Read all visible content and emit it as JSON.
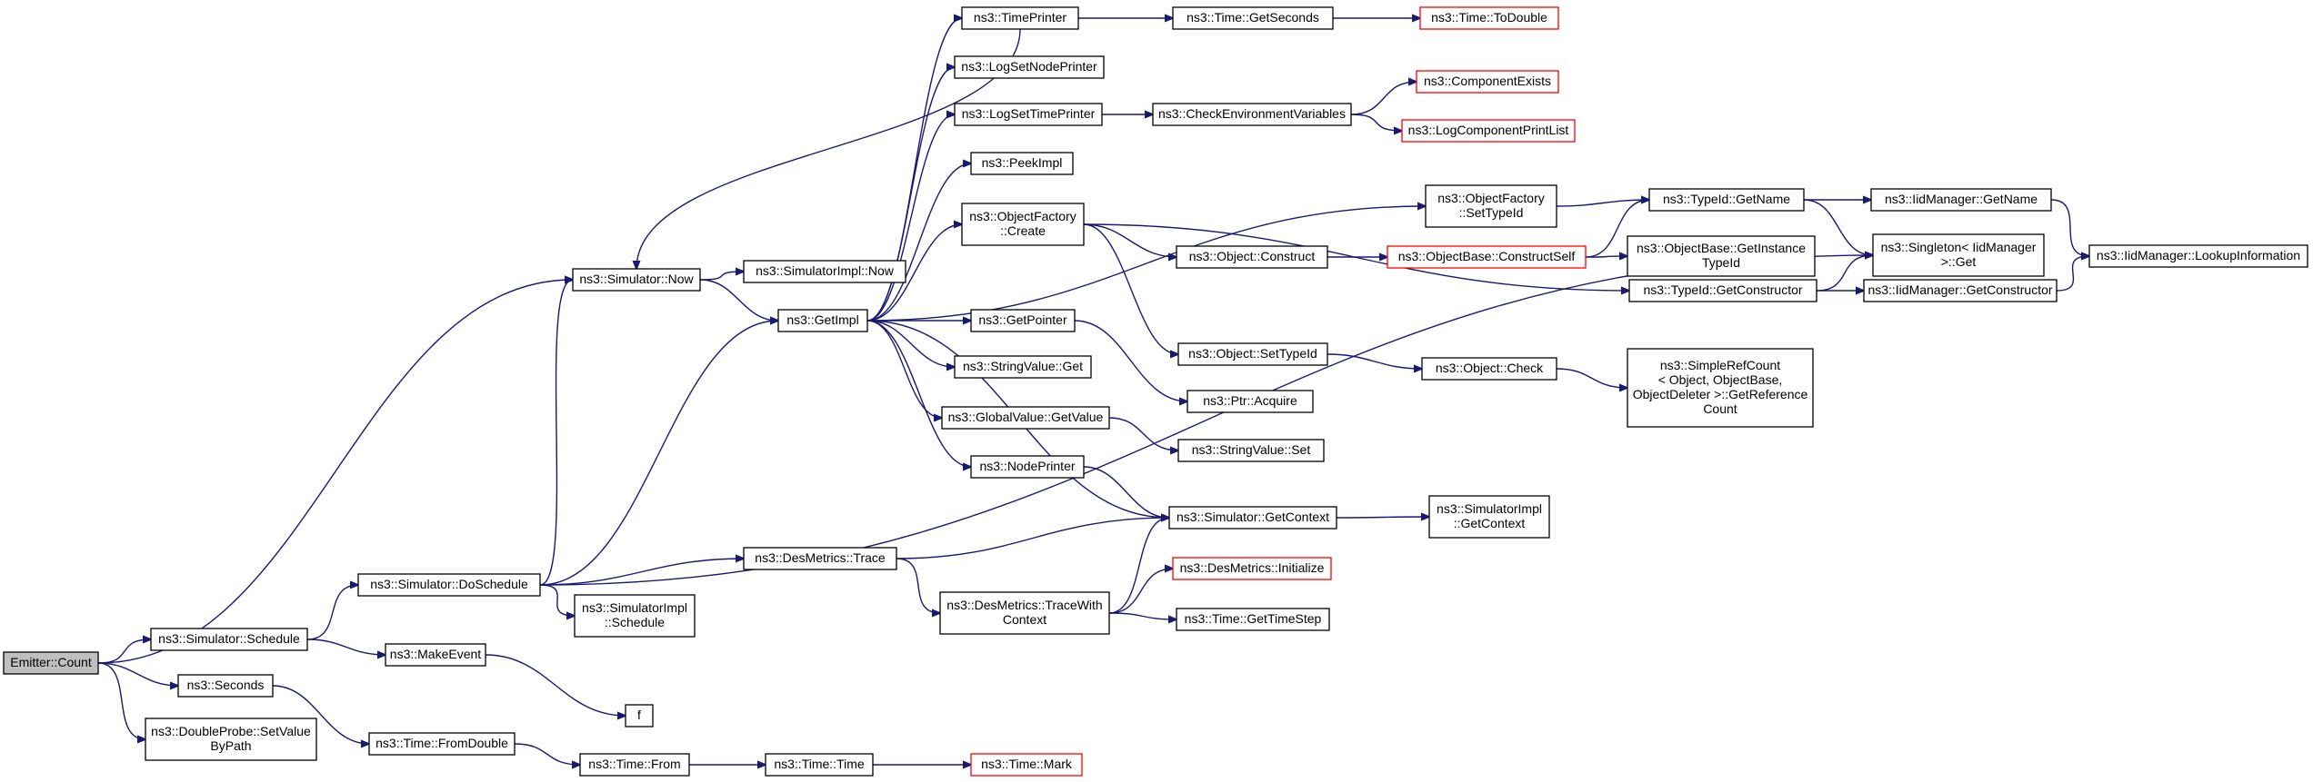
{
  "colors": {
    "edge": "#191970",
    "normal_border": "#000000",
    "truncated_border": "#ff0000",
    "root_fill": "#bfbfbf",
    "fill": "#ffffff"
  },
  "nodes": {
    "count": {
      "lines": [
        "Emitter::Count"
      ],
      "style": "root"
    },
    "schedule": {
      "lines": [
        "ns3::Simulator::Schedule"
      ],
      "style": "normal"
    },
    "seconds": {
      "lines": [
        "ns3::Seconds"
      ],
      "style": "normal"
    },
    "setvalue": {
      "lines": [
        "ns3::DoubleProbe::SetValue",
        "ByPath"
      ],
      "style": "normal"
    },
    "doschedule": {
      "lines": [
        "ns3::Simulator::DoSchedule"
      ],
      "style": "normal"
    },
    "makeevent": {
      "lines": [
        "ns3::MakeEvent"
      ],
      "style": "normal"
    },
    "fromdouble": {
      "lines": [
        "ns3::Time::FromDouble"
      ],
      "style": "normal"
    },
    "now": {
      "lines": [
        "ns3::Simulator::Now"
      ],
      "style": "normal"
    },
    "implnow": {
      "lines": [
        "ns3::SimulatorImpl::Now"
      ],
      "style": "normal"
    },
    "getimpl": {
      "lines": [
        "ns3::GetImpl"
      ],
      "style": "normal"
    },
    "desmetricstrace": {
      "lines": [
        "ns3::DesMetrics::Trace"
      ],
      "style": "normal"
    },
    "implschedule": {
      "lines": [
        "ns3::SimulatorImpl",
        "::Schedule"
      ],
      "style": "normal"
    },
    "f": {
      "lines": [
        "f"
      ],
      "style": "normal"
    },
    "timefrom": {
      "lines": [
        "ns3::Time::From"
      ],
      "style": "normal"
    },
    "timeprinter": {
      "lines": [
        "ns3::TimePrinter"
      ],
      "style": "normal"
    },
    "lognodeprinter": {
      "lines": [
        "ns3::LogSetNodePrinter"
      ],
      "style": "normal"
    },
    "logtimeprinter": {
      "lines": [
        "ns3::LogSetTimePrinter"
      ],
      "style": "normal"
    },
    "peekimpl": {
      "lines": [
        "ns3::PeekImpl"
      ],
      "style": "normal"
    },
    "ofcreate": {
      "lines": [
        "ns3::ObjectFactory",
        "::Create"
      ],
      "style": "normal"
    },
    "getpointer": {
      "lines": [
        "ns3::GetPointer"
      ],
      "style": "normal"
    },
    "stringget": {
      "lines": [
        "ns3::StringValue::Get"
      ],
      "style": "normal"
    },
    "globalget": {
      "lines": [
        "ns3::GlobalValue::GetValue"
      ],
      "style": "normal"
    },
    "nodeprinter": {
      "lines": [
        "ns3::NodePrinter"
      ],
      "style": "normal"
    },
    "tracewith": {
      "lines": [
        "ns3::DesMetrics::TraceWith",
        "Context"
      ],
      "style": "normal"
    },
    "timetime": {
      "lines": [
        "ns3::Time::Time"
      ],
      "style": "normal"
    },
    "timemark": {
      "lines": [
        "ns3::Time::Mark"
      ],
      "style": "truncated"
    },
    "getseconds": {
      "lines": [
        "ns3::Time::GetSeconds"
      ],
      "style": "normal"
    },
    "checkenv": {
      "lines": [
        "ns3::CheckEnvironmentVariables"
      ],
      "style": "normal"
    },
    "objconstruct": {
      "lines": [
        "ns3::Object::Construct"
      ],
      "style": "normal"
    },
    "objsettypeid": {
      "lines": [
        "ns3::Object::SetTypeId"
      ],
      "style": "normal"
    },
    "ptracquire": {
      "lines": [
        "ns3::Ptr::Acquire"
      ],
      "style": "normal"
    },
    "stringset": {
      "lines": [
        "ns3::StringValue::Set"
      ],
      "style": "normal"
    },
    "getcontext": {
      "lines": [
        "ns3::Simulator::GetContext"
      ],
      "style": "normal"
    },
    "desinit": {
      "lines": [
        "ns3::DesMetrics::Initialize"
      ],
      "style": "truncated"
    },
    "gettimestep": {
      "lines": [
        "ns3::Time::GetTimeStep"
      ],
      "style": "normal"
    },
    "todouble": {
      "lines": [
        "ns3::Time::ToDouble"
      ],
      "style": "truncated"
    },
    "compexists": {
      "lines": [
        "ns3::ComponentExists"
      ],
      "style": "truncated"
    },
    "logcomplist": {
      "lines": [
        "ns3::LogComponentPrintList"
      ],
      "style": "truncated"
    },
    "ofsettypeid": {
      "lines": [
        "ns3::ObjectFactory",
        "::SetTypeId"
      ],
      "style": "normal"
    },
    "constructself": {
      "lines": [
        "ns3::ObjectBase::ConstructSelf"
      ],
      "style": "truncated"
    },
    "objcheck": {
      "lines": [
        "ns3::Object::Check"
      ],
      "style": "normal"
    },
    "implgetcontext": {
      "lines": [
        "ns3::SimulatorImpl",
        "::GetContext"
      ],
      "style": "normal"
    },
    "typeidgetname": {
      "lines": [
        "ns3::TypeId::GetName"
      ],
      "style": "normal"
    },
    "getinstancetypeid": {
      "lines": [
        "ns3::ObjectBase::GetInstance",
        "TypeId"
      ],
      "style": "normal"
    },
    "typeidgetconstructor": {
      "lines": [
        "ns3::TypeId::GetConstructor"
      ],
      "style": "normal"
    },
    "simplerefcount": {
      "lines": [
        "ns3::SimpleRefCount",
        "< Object, ObjectBase,",
        "ObjectDeleter >::GetReference",
        "Count"
      ],
      "style": "normal"
    },
    "iidgetname": {
      "lines": [
        "ns3::IidManager::GetName"
      ],
      "style": "normal"
    },
    "singletonget": {
      "lines": [
        "ns3::Singleton< IidManager",
        " >::Get"
      ],
      "style": "normal"
    },
    "iidgetconstructor": {
      "lines": [
        "ns3::IidManager::GetConstructor"
      ],
      "style": "normal"
    },
    "lookupinfo": {
      "lines": [
        "ns3::IidManager::LookupInformation"
      ],
      "style": "normal"
    }
  },
  "edges": [
    [
      "count",
      "now"
    ],
    [
      "count",
      "schedule"
    ],
    [
      "count",
      "seconds"
    ],
    [
      "count",
      "setvalue"
    ],
    [
      "schedule",
      "doschedule"
    ],
    [
      "schedule",
      "makeevent"
    ],
    [
      "seconds",
      "fromdouble"
    ],
    [
      "doschedule",
      "now"
    ],
    [
      "doschedule",
      "getimpl"
    ],
    [
      "doschedule",
      "desmetricstrace"
    ],
    [
      "doschedule",
      "implschedule"
    ],
    [
      "doschedule",
      "singletonget"
    ],
    [
      "makeevent",
      "f"
    ],
    [
      "fromdouble",
      "timefrom"
    ],
    [
      "timefrom",
      "timetime"
    ],
    [
      "timetime",
      "timemark"
    ],
    [
      "now",
      "implnow"
    ],
    [
      "now",
      "getimpl"
    ],
    [
      "getimpl",
      "timeprinter"
    ],
    [
      "getimpl",
      "lognodeprinter"
    ],
    [
      "getimpl",
      "logtimeprinter"
    ],
    [
      "getimpl",
      "peekimpl"
    ],
    [
      "getimpl",
      "ofsettypeid"
    ],
    [
      "getimpl",
      "ofcreate"
    ],
    [
      "getimpl",
      "getpointer"
    ],
    [
      "getimpl",
      "stringget"
    ],
    [
      "getimpl",
      "globalget"
    ],
    [
      "getimpl",
      "nodeprinter"
    ],
    [
      "getimpl",
      "getcontext"
    ],
    [
      "timeprinter",
      "now"
    ],
    [
      "timeprinter",
      "getseconds"
    ],
    [
      "getseconds",
      "todouble"
    ],
    [
      "logtimeprinter",
      "checkenv"
    ],
    [
      "checkenv",
      "compexists"
    ],
    [
      "checkenv",
      "logcomplist"
    ],
    [
      "ofcreate",
      "objconstruct"
    ],
    [
      "ofcreate",
      "objsettypeid"
    ],
    [
      "ofcreate",
      "typeidgetconstructor"
    ],
    [
      "objconstruct",
      "constructself"
    ],
    [
      "constructself",
      "typeidgetname"
    ],
    [
      "constructself",
      "getinstancetypeid"
    ],
    [
      "ofsettypeid",
      "typeidgetname"
    ],
    [
      "typeidgetname",
      "iidgetname"
    ],
    [
      "typeidgetname",
      "singletonget"
    ],
    [
      "iidgetname",
      "lookupinfo"
    ],
    [
      "typeidgetconstructor",
      "singletonget"
    ],
    [
      "typeidgetconstructor",
      "iidgetconstructor"
    ],
    [
      "iidgetconstructor",
      "lookupinfo"
    ],
    [
      "objsettypeid",
      "objcheck"
    ],
    [
      "objcheck",
      "simplerefcount"
    ],
    [
      "getpointer",
      "ptracquire"
    ],
    [
      "globalget",
      "stringset"
    ],
    [
      "nodeprinter",
      "getcontext"
    ],
    [
      "desmetricstrace",
      "getcontext"
    ],
    [
      "desmetricstrace",
      "tracewith"
    ],
    [
      "tracewith",
      "getcontext"
    ],
    [
      "tracewith",
      "desinit"
    ],
    [
      "tracewith",
      "gettimestep"
    ],
    [
      "getcontext",
      "implgetcontext"
    ]
  ]
}
